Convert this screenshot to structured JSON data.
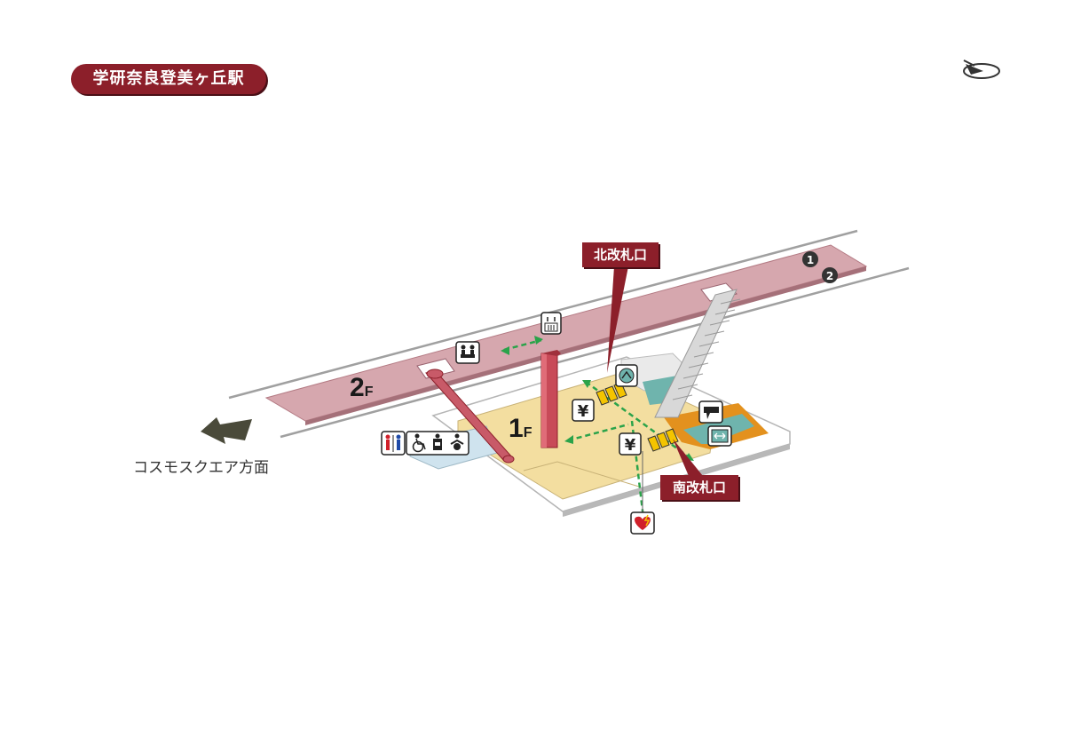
{
  "station": {
    "name": "学研奈良登美ヶ丘駅"
  },
  "floors": {
    "upper": {
      "number": "2",
      "unit": "F"
    },
    "lower": {
      "number": "1",
      "unit": "F"
    }
  },
  "gates": {
    "north": "北改札口",
    "south": "南改札口"
  },
  "direction": {
    "label": "コスモスクエア方面"
  },
  "platforms": {
    "track1": "1",
    "track2": "2"
  },
  "ticket_symbol": "¥",
  "icons": {
    "north_arrow": "north-arrow-icon",
    "elevator": "elevator-icon",
    "waiting_room": "waiting-room-icon",
    "restroom": "restroom-icon",
    "accessible": "wheelchair-icon",
    "ostomate": "ostomate-icon",
    "baby": "baby-care-icon",
    "fare_adjust": "fare-adjustment-icon",
    "station_office": "station-office-icon",
    "transfer": "transfer-icon",
    "aed": "aed-icon"
  },
  "colors": {
    "brand": "#8c1f2a",
    "platform": "#d6a7ae",
    "concourse": "#f3dea0",
    "office": "#e3911e",
    "teal": "#6fb4ad",
    "route": "#2aa34a",
    "gate": "#f4c400"
  }
}
